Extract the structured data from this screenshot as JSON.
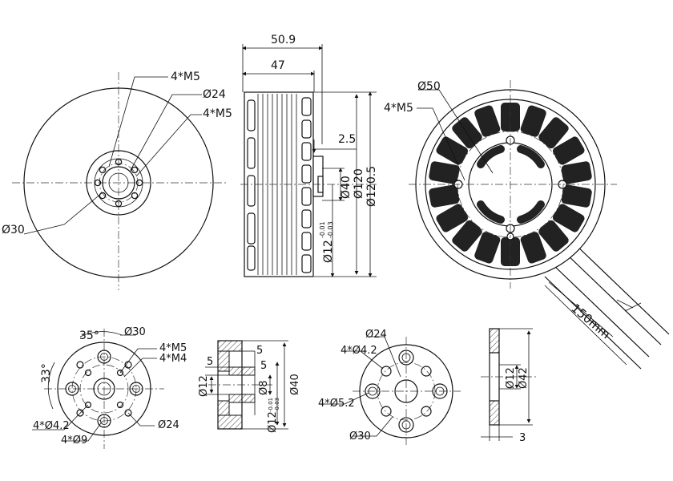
{
  "front_view": {
    "label_4m5_top": "4*M5",
    "label_d24": "Ø24",
    "label_4m5_mid": "4*M5",
    "label_d30": "Ø30"
  },
  "side_view": {
    "label_509": "50.9",
    "label_47": "47",
    "label_25": "2.5",
    "label_d40": "Ø40",
    "label_d120": "Ø120",
    "label_d1205": "Ø120.5",
    "label_d12": "Ø12",
    "label_tol_upper": "-0.01",
    "label_tol_lower": "-0.03"
  },
  "stator_view": {
    "label_d50": "Ø50",
    "label_4m5": "4*M5",
    "label_150mm": "150mm"
  },
  "adapter_front": {
    "label_35": "35°",
    "label_d30": "Ø30",
    "label_4m5": "4*M5",
    "label_4m4": "4*M4",
    "label_33": "33°",
    "label_4d42": "4*Ø4.2",
    "label_4d9": "4*Ø9",
    "label_d24": "Ø24"
  },
  "adapter_section": {
    "label_5_top": "5",
    "label_5_left": "5",
    "label_5_right": "5",
    "label_d12": "Ø12",
    "label_d8": "Ø8",
    "label_d40": "Ø40",
    "label_d12b": "Ø12",
    "label_tol_upper": "-0.01",
    "label_tol_lower": "-0.03"
  },
  "mount_front": {
    "label_d24": "Ø24",
    "label_4d42": "4*Ø4.2",
    "label_4d52": "4*Ø5.2",
    "label_d30": "Ø30"
  },
  "mount_side": {
    "label_d12": "Ø12",
    "label_d42": "Ø42",
    "label_3": "3"
  }
}
